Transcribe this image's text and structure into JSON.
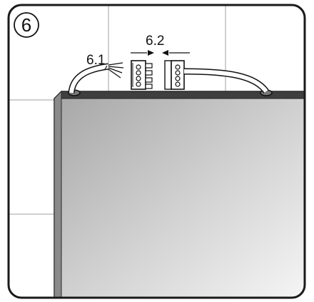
{
  "step": {
    "number": "6"
  },
  "callouts": {
    "wire_label": "6.1",
    "connector_label": "6.2"
  },
  "colors": {
    "frame": "#1a1a1a",
    "tile_grid": "#cfcfcf",
    "panel_top": "#3f3f3f",
    "panel_shadow": "#a8a8a8",
    "panel_light": "#f6f6f6",
    "line": "#111111"
  },
  "icons": {
    "terminal_block_left": "screw-terminal-block",
    "terminal_block_right": "screw-terminal-block",
    "cable": "cable"
  }
}
